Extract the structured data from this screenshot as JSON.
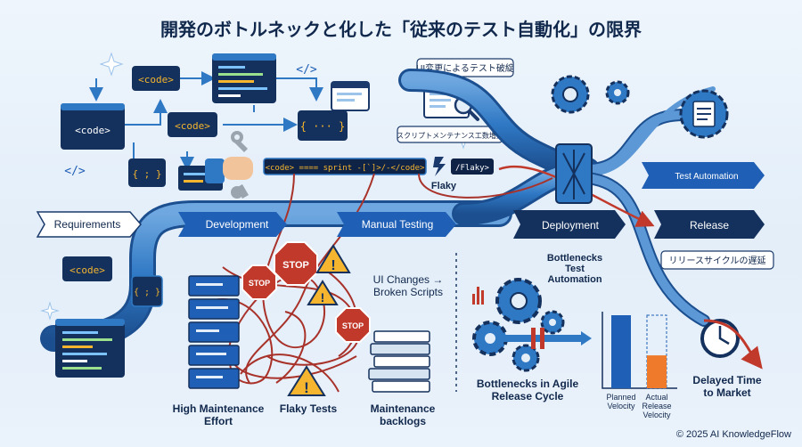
{
  "title": "開発のボトルネックと化した「従来のテスト自動化」の限界",
  "stages": {
    "requirements": "Requirements",
    "development": "Development",
    "manual_testing": "Manual Testing",
    "deployment": "Deployment",
    "release": "Release",
    "test_automation": "Test Automation"
  },
  "code_blocks": {
    "code": "<code>",
    "braces": "{ ··· }",
    "semicolon": "{ ; }",
    "arrow_tag": "</>"
  },
  "code_bar_text": "<code> ==== sprint -[`]>/-</code>",
  "flaky_tag": "/Flaky>",
  "callouts": {
    "ui_change_break": "UI変更によるテスト破綻",
    "script_maintenance": "スクリプトメンテナンス工数増大",
    "flaky": "Flaky",
    "cycle_delay": "リリースサイクルの遅延"
  },
  "signs": {
    "stop": "STOP"
  },
  "labels": {
    "ui_changes": "UI Changes →\nBroken Scripts",
    "high_maintenance": "High Maintenance\nEffort",
    "flaky_tests": "Flaky Tests",
    "maintenance_backlogs": "Maintenance\nbacklogs",
    "bottlenecks_test_automation": "Bottlenecks\nTest\nAutomation",
    "bottlenecks_agile": "Bottlenecks in Agile\nRelease Cycle",
    "planned_velocity": "Planned\nVelocity",
    "actual_velocity": "Actual\nRelease\nVelocity",
    "delayed_time": "Delayed Time\nto Market"
  },
  "velocity_chart": {
    "planned": 1.0,
    "actual": 0.45,
    "colors": {
      "planned": "#1f5fb5",
      "actual": "#ef7a2b"
    }
  },
  "copyright": "© 2025 AI KnowledgeFlow",
  "colors": {
    "navy": "#1b3a6b",
    "blue": "#2f78c4",
    "red": "#c0392b",
    "amber": "#f5b52e",
    "orange": "#ef7a2b"
  }
}
